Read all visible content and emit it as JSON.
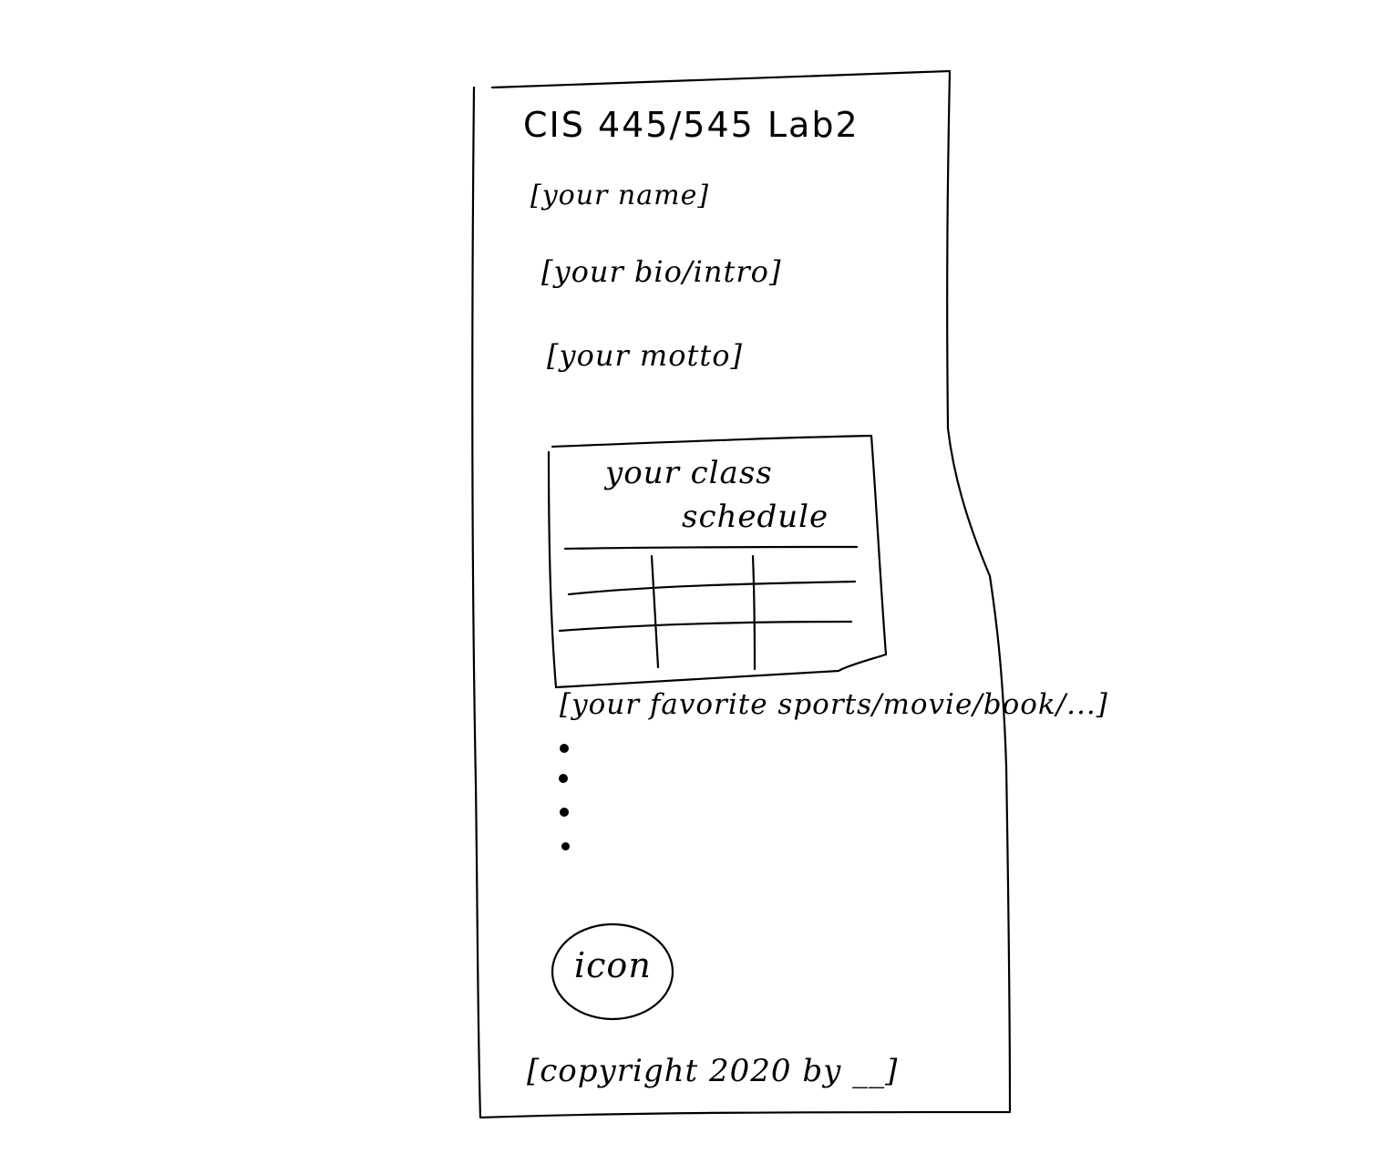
{
  "page": {
    "title": "CIS 445/545 Lab2",
    "name_placeholder": "[your name]",
    "bio_placeholder": "[your bio/intro]",
    "motto_placeholder": "[your motto]",
    "schedule": {
      "title_line1": "your class",
      "title_line2": "schedule",
      "columns": 3,
      "rows": 3
    },
    "favorites_placeholder": "[your favorite sports/movie/book/...]",
    "favorites_bullets": 4,
    "icon_label": "icon",
    "copyright_placeholder": "[copyright 2020 by __]"
  }
}
